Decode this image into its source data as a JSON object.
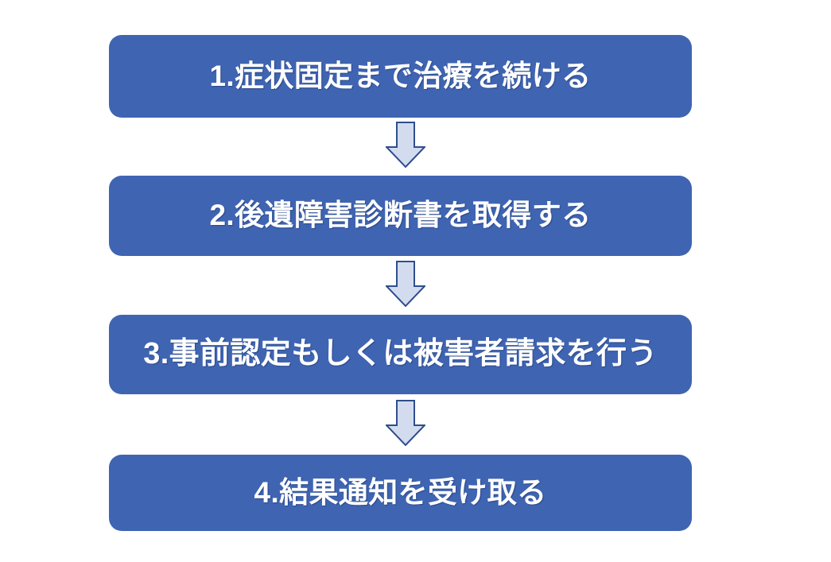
{
  "diagram": {
    "type": "flowchart",
    "orientation": "vertical",
    "background_color": "#FFFFFF",
    "box_fill_color": "#3F64B2",
    "box_text_color": "#FFFFFF",
    "arrow_fill_color": "#D3DCEF",
    "arrow_border_color": "#2E4E8C",
    "steps": [
      {
        "number": "1",
        "label": "1.症状固定まで治療を続ける"
      },
      {
        "number": "2",
        "label": "2.後遺障害診断書を取得する"
      },
      {
        "number": "3",
        "label": "3.事前認定もしくは被害者請求を行う"
      },
      {
        "number": "4",
        "label": "4.結果通知を受け取る"
      }
    ],
    "connectors": [
      {
        "icon": "down-arrow-icon",
        "from": "1",
        "to": "2"
      },
      {
        "icon": "down-arrow-icon",
        "from": "2",
        "to": "3"
      },
      {
        "icon": "down-arrow-icon",
        "from": "3",
        "to": "4"
      }
    ]
  }
}
